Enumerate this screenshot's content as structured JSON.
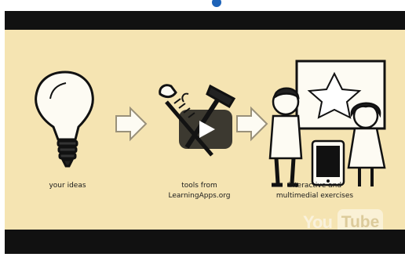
{
  "video": {
    "captions": {
      "ideas": "your ideas",
      "tools_line1": "tools from",
      "tools_line2": "LearningApps.org",
      "exercises_line1": "interactive and",
      "exercises_line2": "multimedial exercises"
    },
    "watermark": {
      "you": "You",
      "tube": "Tube"
    },
    "colors": {
      "background": "#f5e4b2",
      "bars": "#111111",
      "slider_dot": "#1e63b8"
    },
    "icons": [
      "light-bulb-icon",
      "arrow-right-icon",
      "tools-icon",
      "children-icon",
      "tablet-icon",
      "play-icon"
    ]
  }
}
